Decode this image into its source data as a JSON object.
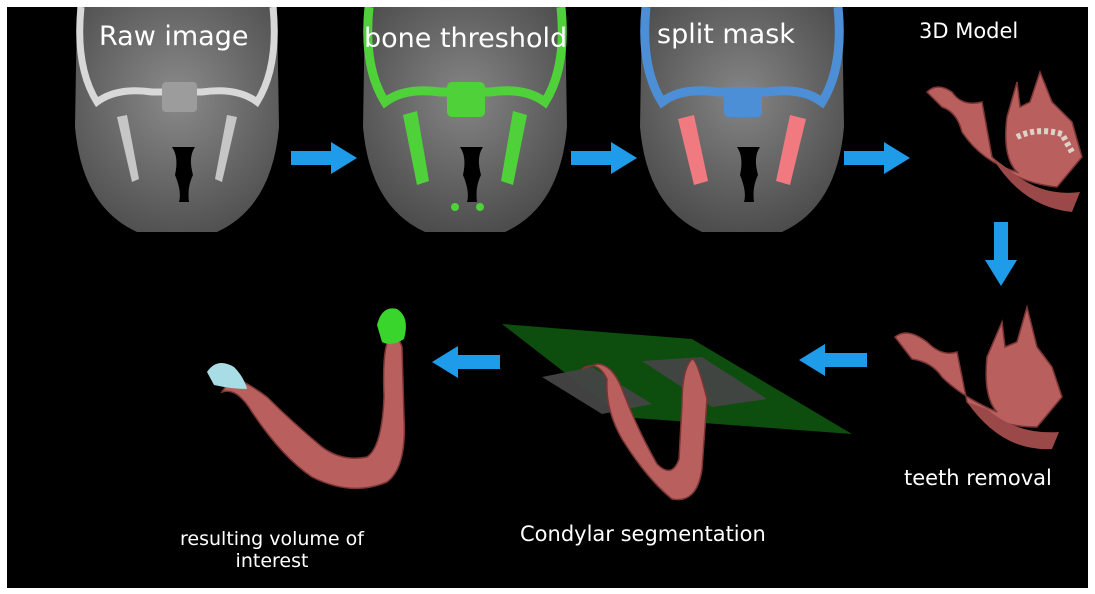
{
  "labels": {
    "raw_image": "Raw image",
    "bone_threshold": "bone threshold",
    "split_mask": "split mask",
    "model_3d": "3D Model",
    "teeth_removal": "teeth removal",
    "condylar_segmentation": "Condylar segmentation",
    "result_line1": "resulting volume of",
    "result_line2": "interest"
  },
  "colors": {
    "background": "#000000",
    "arrow": "#1e9be9",
    "bone_green": "#4fd13a",
    "mask_blue": "#4d8fd6",
    "mask_red": "#f07a80",
    "bone_model": "#b9605f",
    "plane": "#0d4d0d",
    "condyle_green": "#39d52c",
    "condyle_cyan": "#a8dde6"
  }
}
